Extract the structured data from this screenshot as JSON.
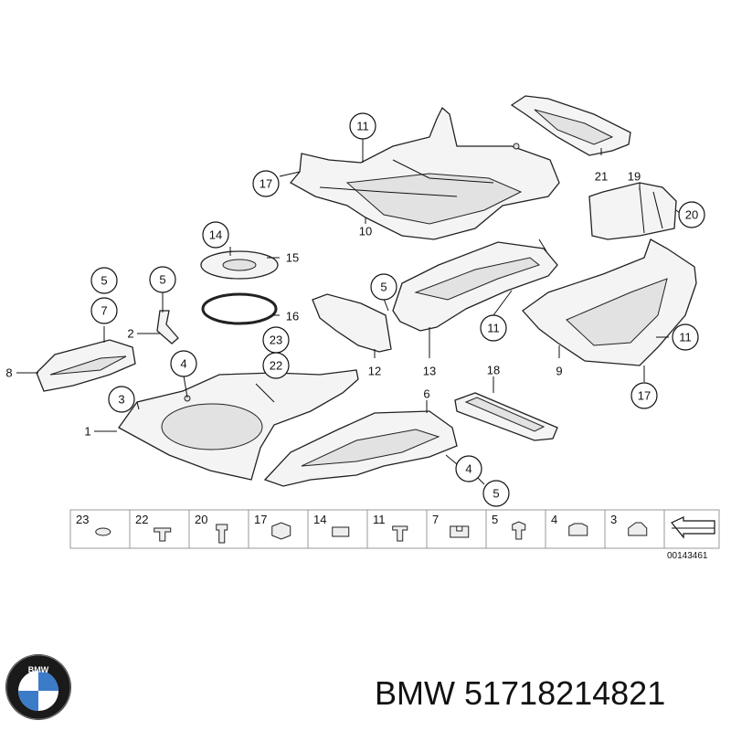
{
  "callouts": {
    "c11a": "11",
    "c17a": "17",
    "c10": "10",
    "c21": "21",
    "c19": "19",
    "c20": "20",
    "c14": "14",
    "c15": "15",
    "c16": "16",
    "c5a": "5",
    "c7a": "7",
    "c5b": "5",
    "c2": "2",
    "c8": "8",
    "c4a": "4",
    "c3": "3",
    "c1": "1",
    "c23": "23",
    "c22": "22",
    "c5c": "5",
    "c12": "12",
    "c13": "13",
    "c11b": "11",
    "c9": "9",
    "c11c": "11",
    "c17b": "17",
    "c18": "18",
    "c6": "6",
    "c4b": "4",
    "c5d": "5"
  },
  "legend": {
    "items": [
      "23",
      "22",
      "20",
      "17",
      "14",
      "11",
      "7",
      "5",
      "4",
      "3"
    ],
    "code": "00143461"
  },
  "brand_text": "BMW 51718214821"
}
